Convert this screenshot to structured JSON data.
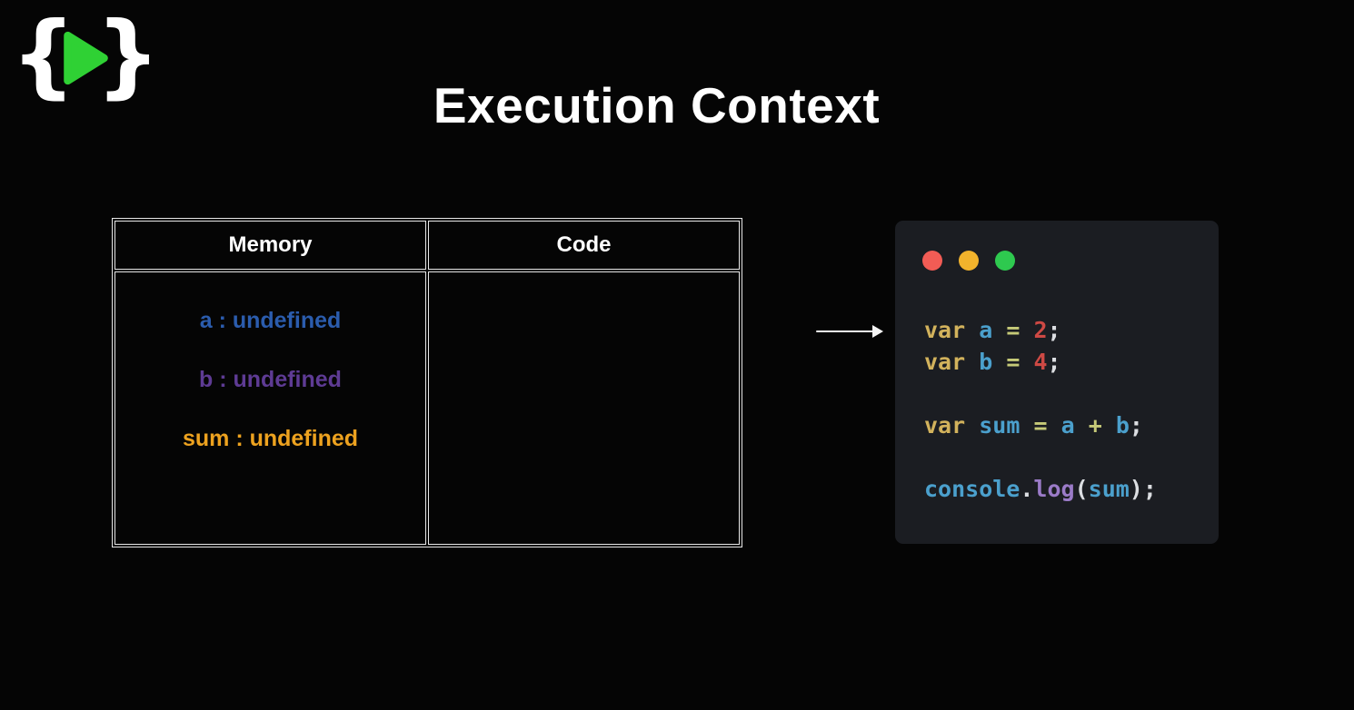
{
  "page": {
    "background": "#050505",
    "title": "Execution Context"
  },
  "logo": {
    "left_brace": "{",
    "right_brace": "}",
    "brace_color": "#ffffff",
    "play_icon_color": "#2fd134"
  },
  "table": {
    "border_color": "#e8e8e8",
    "headers": [
      "Memory",
      "Code"
    ],
    "memory_items": [
      {
        "label": "a : undefined",
        "color": "#2b5cad"
      },
      {
        "label": "b : undefined",
        "color": "#5e3b94"
      },
      {
        "label": "sum : undefined",
        "color": "#eda21f"
      }
    ],
    "code_column_content": ""
  },
  "arrow": {
    "direction": "right",
    "color": "#f5f5f5"
  },
  "code_editor": {
    "background": "#1b1d22",
    "window_controls": [
      {
        "name": "close",
        "color": "#f25c55"
      },
      {
        "name": "minimize",
        "color": "#f2b32c"
      },
      {
        "name": "zoom",
        "color": "#2ec94f"
      }
    ],
    "token_colors": {
      "keyword": "#d2b25c",
      "variable": "#4ba0cd",
      "operator": "#c6ca78",
      "number": "#ce4944",
      "punctuation": "#dcdee2",
      "method": "#9b7bc8"
    },
    "lines": [
      [
        {
          "t": "var",
          "c": "keyword"
        },
        {
          "t": " ",
          "c": "punctuation"
        },
        {
          "t": "a",
          "c": "variable"
        },
        {
          "t": " ",
          "c": "punctuation"
        },
        {
          "t": "=",
          "c": "operator"
        },
        {
          "t": " ",
          "c": "punctuation"
        },
        {
          "t": "2",
          "c": "number"
        },
        {
          "t": ";",
          "c": "punctuation"
        }
      ],
      [
        {
          "t": "var",
          "c": "keyword"
        },
        {
          "t": " ",
          "c": "punctuation"
        },
        {
          "t": "b",
          "c": "variable"
        },
        {
          "t": " ",
          "c": "punctuation"
        },
        {
          "t": "=",
          "c": "operator"
        },
        {
          "t": " ",
          "c": "punctuation"
        },
        {
          "t": "4",
          "c": "number"
        },
        {
          "t": ";",
          "c": "punctuation"
        }
      ],
      [],
      [
        {
          "t": "var",
          "c": "keyword"
        },
        {
          "t": " ",
          "c": "punctuation"
        },
        {
          "t": "sum",
          "c": "variable"
        },
        {
          "t": " ",
          "c": "punctuation"
        },
        {
          "t": "=",
          "c": "operator"
        },
        {
          "t": " ",
          "c": "punctuation"
        },
        {
          "t": "a",
          "c": "variable"
        },
        {
          "t": " ",
          "c": "punctuation"
        },
        {
          "t": "+",
          "c": "operator"
        },
        {
          "t": " ",
          "c": "punctuation"
        },
        {
          "t": "b",
          "c": "variable"
        },
        {
          "t": ";",
          "c": "punctuation"
        }
      ],
      [],
      [
        {
          "t": "console",
          "c": "variable"
        },
        {
          "t": ".",
          "c": "punctuation"
        },
        {
          "t": "log",
          "c": "method"
        },
        {
          "t": "(",
          "c": "punctuation"
        },
        {
          "t": "sum",
          "c": "variable"
        },
        {
          "t": ")",
          "c": "punctuation"
        },
        {
          "t": ";",
          "c": "punctuation"
        }
      ]
    ]
  }
}
